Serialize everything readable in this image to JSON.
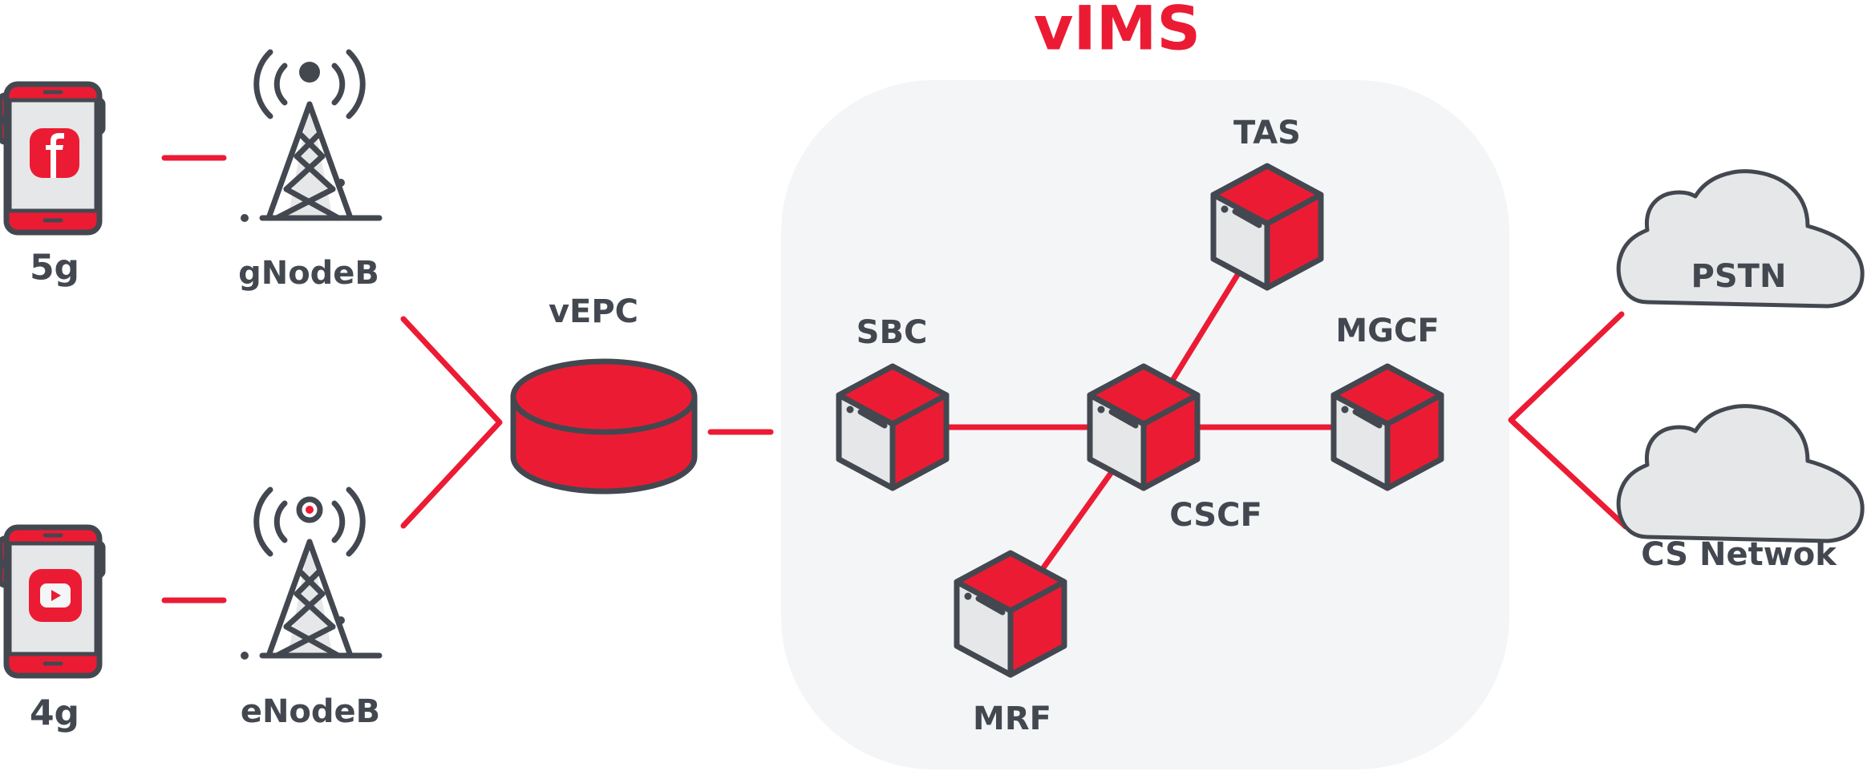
{
  "title": "vIMS",
  "colors": {
    "accent": "#ec1b34",
    "outline": "#434850",
    "panel": "#f4f5f7",
    "light_fill": "#e6e7e8"
  },
  "devices": [
    {
      "id": "5g",
      "label": "5g",
      "app_icon": "facebook-icon"
    },
    {
      "id": "4g",
      "label": "4g",
      "app_icon": "youtube-icon"
    }
  ],
  "towers": [
    {
      "id": "gnodeb",
      "label": "gNodeB"
    },
    {
      "id": "enodeb",
      "label": "eNodeB"
    }
  ],
  "core": {
    "id": "vepc",
    "label": "vEPC"
  },
  "ims_nodes": [
    {
      "id": "tas",
      "label": "TAS"
    },
    {
      "id": "sbc",
      "label": "SBC"
    },
    {
      "id": "cscf",
      "label": "CSCF"
    },
    {
      "id": "mgcf",
      "label": "MGCF"
    },
    {
      "id": "mrf",
      "label": "MRF"
    }
  ],
  "networks": [
    {
      "id": "pstn",
      "label": "PSTN"
    },
    {
      "id": "cs",
      "label": "CS Netwok"
    }
  ],
  "links": [
    [
      "5g",
      "gnodeb"
    ],
    [
      "4g",
      "enodeb"
    ],
    [
      "gnodeb",
      "vepc"
    ],
    [
      "enodeb",
      "vepc"
    ],
    [
      "vepc",
      "vims"
    ],
    [
      "sbc",
      "cscf"
    ],
    [
      "cscf",
      "mgcf"
    ],
    [
      "cscf",
      "tas"
    ],
    [
      "cscf",
      "mrf"
    ],
    [
      "vims",
      "pstn"
    ],
    [
      "vims",
      "cs"
    ]
  ]
}
